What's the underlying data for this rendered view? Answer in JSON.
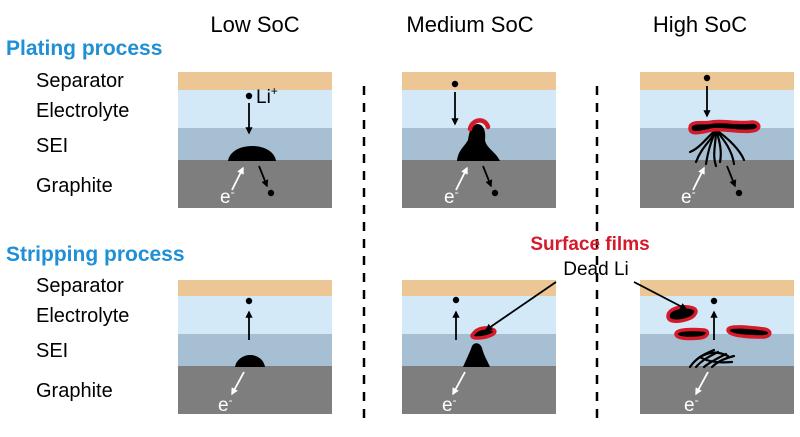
{
  "columns": [
    "Low SoC",
    "Medium SoC",
    "High SoC"
  ],
  "sections": {
    "plating": "Plating process",
    "stripping": "Stripping process"
  },
  "layers": [
    "Separator",
    "Electrolyte",
    "SEI",
    "Graphite"
  ],
  "labels": {
    "li_ion": "Li",
    "li_charge": "+",
    "electron": "e",
    "electron_charge": "-",
    "surface_films": "Surface films",
    "dead_li": "Dead Li"
  },
  "colors": {
    "separator": "#ecc695",
    "electrolyte": "#d4e9f8",
    "sei": "#a6bfd3",
    "graphite": "#7e7e7e",
    "lithium": "#000000",
    "surface_film": "#d51a2a",
    "section_title": "#1f8fd6"
  }
}
